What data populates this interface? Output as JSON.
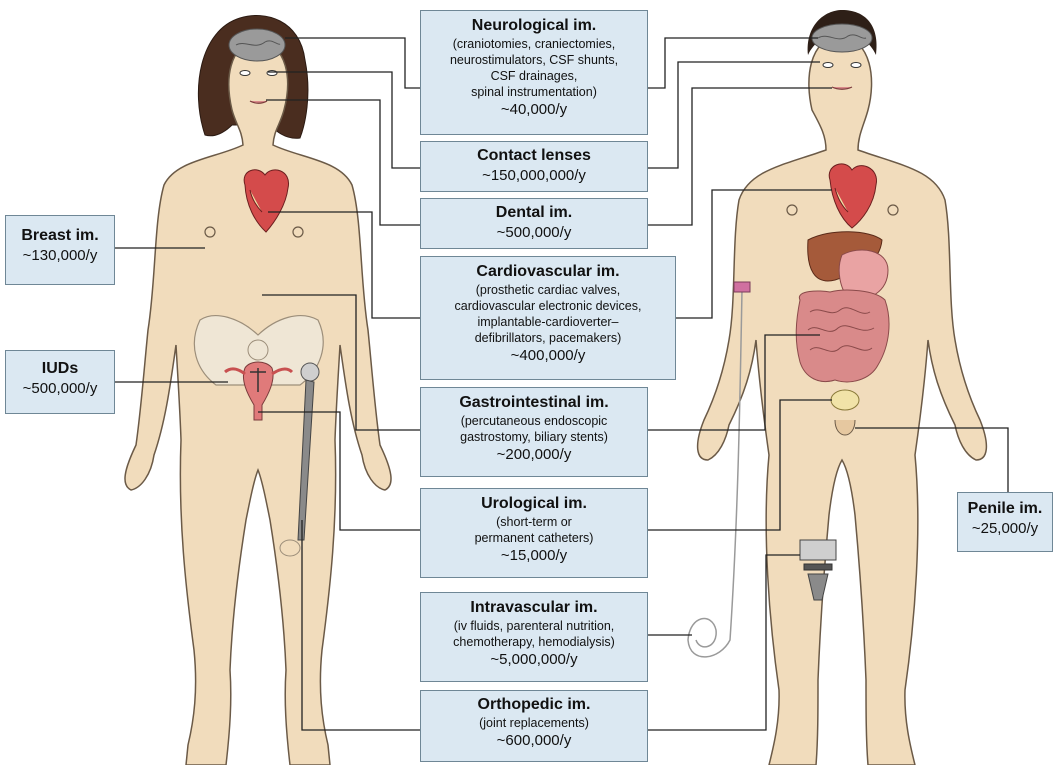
{
  "colors": {
    "skin": "#f1dcbc",
    "skin_outline": "#6b5a47",
    "box_fill": "#dbe8f2",
    "box_border": "#6f8796",
    "hair_female": "#4a2d1f",
    "hair_male": "#2e1f17",
    "brain": "#9a9a9a",
    "heart": "#d44b4b"
  },
  "center_boxes": [
    {
      "key": "neurological",
      "title": "Neurological im.",
      "desc": [
        "(craniotomies, craniectomies,",
        "neurostimulators, CSF shunts,",
        "CSF drainages,",
        "spinal instrumentation)"
      ],
      "number": "~40,000/y"
    },
    {
      "key": "contact",
      "title": "Contact lenses",
      "desc": [],
      "number": "~150,000,000/y"
    },
    {
      "key": "dental",
      "title": "Dental im.",
      "desc": [],
      "number": "~500,000/y"
    },
    {
      "key": "cardio",
      "title": "Cardiovascular im.",
      "desc": [
        "(prosthetic cardiac valves,",
        "cardiovascular electronic devices,",
        "implantable-cardioverter–",
        "defibrillators, pacemakers)"
      ],
      "number": "~400,000/y"
    },
    {
      "key": "gastro",
      "title": "Gastrointestinal im.",
      "desc": [
        "(percutaneous endoscopic",
        "gastrostomy, biliary stents)"
      ],
      "number": "~200,000/y"
    },
    {
      "key": "uro",
      "title": "Urological im.",
      "desc": [
        "(short-term or",
        "permanent catheters)"
      ],
      "number": "~15,000/y"
    },
    {
      "key": "intravascular",
      "title": "Intravascular im.",
      "desc": [
        "(iv fluids, parenteral nutrition,",
        "chemotherapy, hemodialysis)"
      ],
      "number": "~5,000,000/y"
    },
    {
      "key": "ortho",
      "title": "Orthopedic im.",
      "desc": [
        "(joint replacements)"
      ],
      "number": "~600,000/y"
    }
  ],
  "side_boxes": [
    {
      "key": "breast",
      "title": "Breast im.",
      "number": "~130,000/y"
    },
    {
      "key": "iud",
      "title": "IUDs",
      "number": "~500,000/y"
    },
    {
      "key": "penile",
      "title": "Penile im.",
      "number": "~25,000/y"
    }
  ]
}
